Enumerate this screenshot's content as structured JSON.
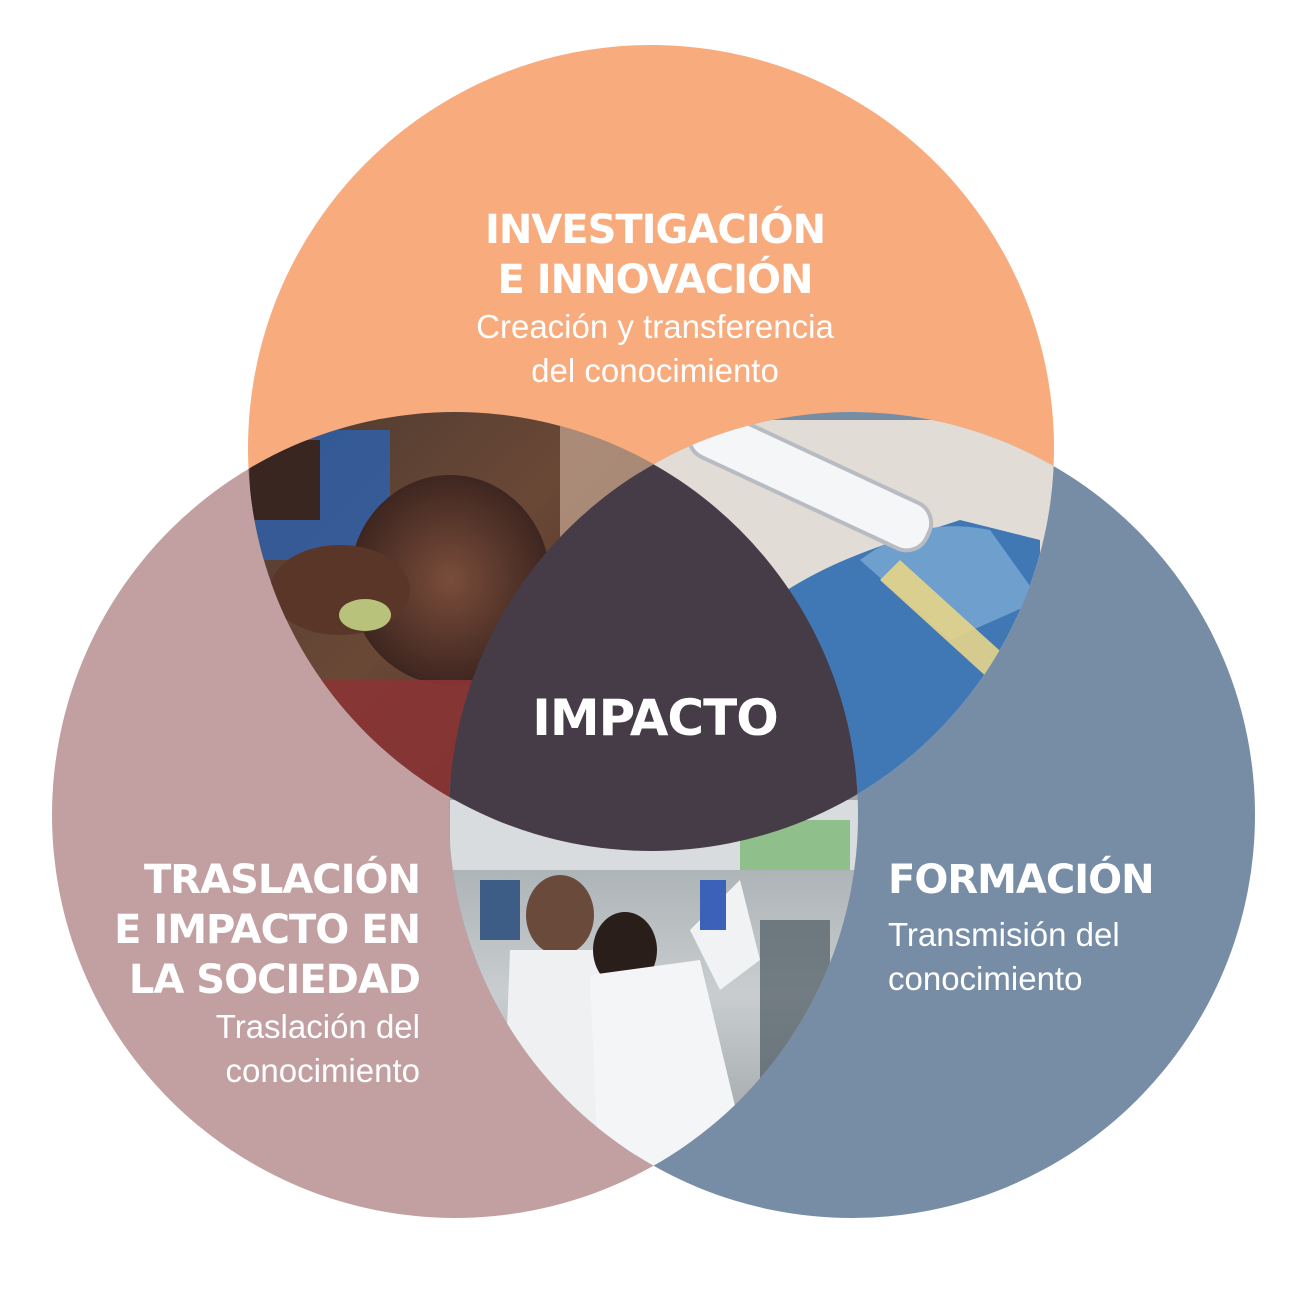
{
  "colors": {
    "top_circle": "#F8AB7C",
    "left_circle": "#C2A0A2",
    "right_circle": "#778DA6",
    "center": "#463C48",
    "text": "#FFFFFF"
  },
  "circles": {
    "top": {
      "title_lines": [
        "INVESTIGACIÓN",
        "E INNOVACIÓN"
      ],
      "subtitle_lines": [
        "Creación y transferencia",
        "del conocimiento"
      ]
    },
    "left": {
      "title_lines": [
        "TRASLACIÓN",
        "E IMPACTO EN",
        "LA SOCIEDAD"
      ],
      "subtitle_lines": [
        "Traslación del",
        "conocimiento"
      ]
    },
    "right": {
      "title_lines": [
        "FORMACIÓN"
      ],
      "subtitle_lines": [
        "Transmisión del",
        "conocimiento"
      ]
    }
  },
  "center": {
    "label": "IMPACTO"
  },
  "photos": {
    "top_left_overlap": "photo-child-drinking-medicine",
    "top_right_overlap": "photo-gloved-hands-pipette",
    "bottom_overlap": "photo-lab-researchers"
  }
}
